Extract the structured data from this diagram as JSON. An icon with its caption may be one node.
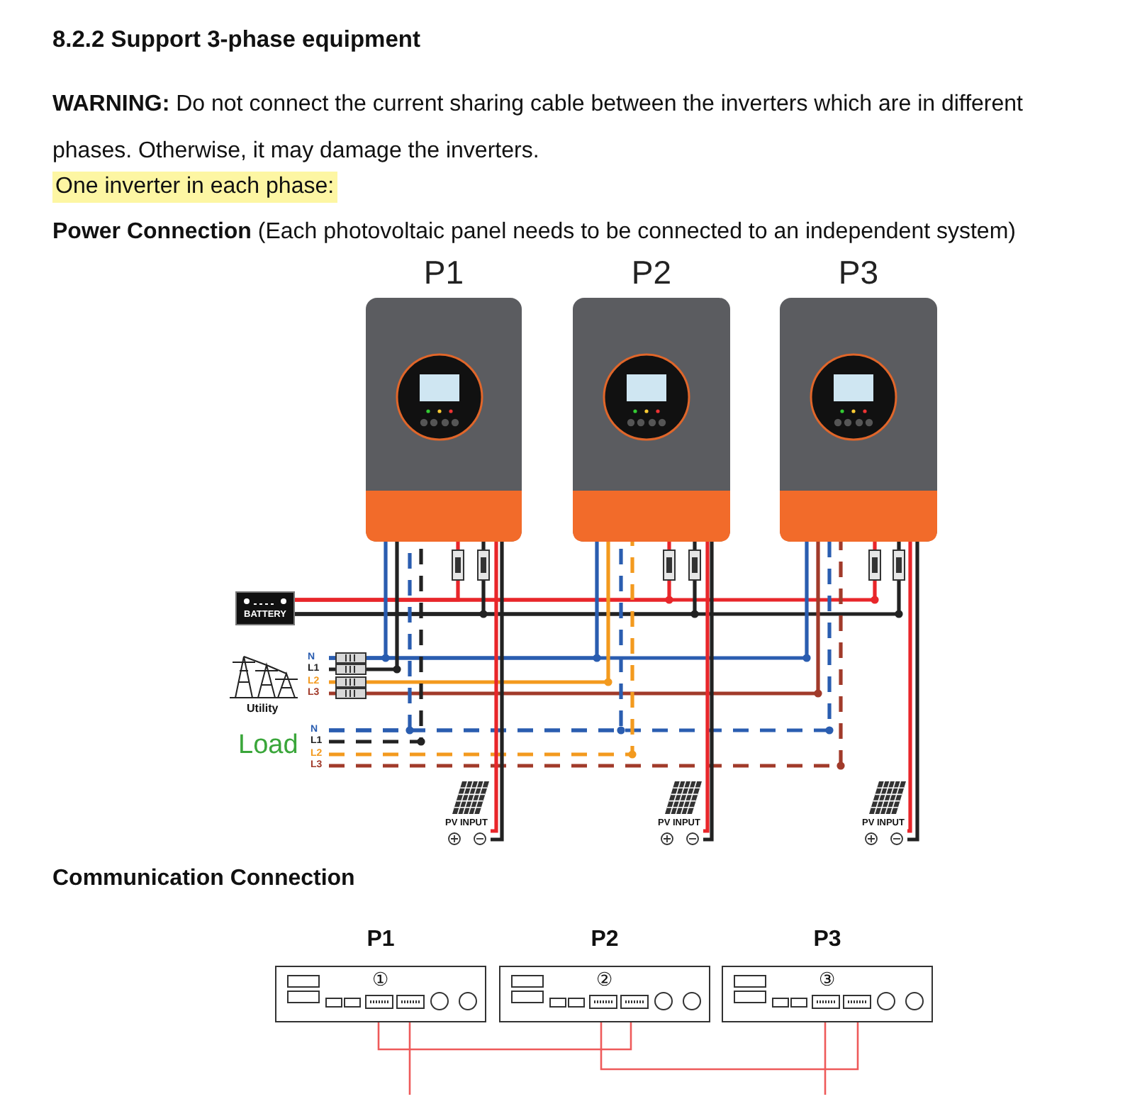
{
  "diagram": {
    "title": "8.2.2 Support 3-phase equipment",
    "nodes": [
      {
        "text": [
          "P1"
        ]
      },
      {
        "text": [
          "P2"
        ]
      },
      {
        "text": [
          "P3"
        ]
      },
      {
        "text": [
          "BATTERY"
        ]
      },
      {
        "text": [
          "Utility",
          "N",
          "L1",
          "L2",
          "L3"
        ]
      },
      {
        "text": [
          "Load",
          "N",
          "L1",
          "L2",
          "L3"
        ]
      },
      {
        "text": [
          "PV INPUT"
        ]
      },
      {
        "text": [
          "PV INPUT"
        ]
      },
      {
        "text": [
          "PV INPUT"
        ]
      },
      {
        "text": [
          "P1",
          "①"
        ]
      },
      {
        "text": [
          "P2",
          "②"
        ]
      },
      {
        "text": [
          "P3",
          "③"
        ]
      }
    ],
    "edges": [
      {
        "from": 3,
        "to": 0,
        "arrow": "none",
        "color": "#e8262a"
      },
      {
        "from": 3,
        "to": 1,
        "arrow": "none",
        "color": "#e8262a"
      },
      {
        "from": 3,
        "to": 2,
        "arrow": "none",
        "color": "#e8262a"
      },
      {
        "from": 3,
        "to": 0,
        "arrow": "none",
        "color": "#222222"
      },
      {
        "from": 3,
        "to": 1,
        "arrow": "none",
        "color": "#222222"
      },
      {
        "from": 3,
        "to": 2,
        "arrow": "none",
        "color": "#222222"
      },
      {
        "from": 4,
        "to": 0,
        "arrow": "none",
        "color": "#2a5db0"
      },
      {
        "from": 4,
        "to": 1,
        "arrow": "none",
        "color": "#2a5db0"
      },
      {
        "from": 4,
        "to": 2,
        "arrow": "none",
        "color": "#2a5db0"
      },
      {
        "from": 4,
        "to": 0,
        "arrow": "none",
        "color": "#222222"
      },
      {
        "from": 4,
        "to": 1,
        "arrow": "none",
        "color": "#f39a1e"
      },
      {
        "from": 4,
        "to": 2,
        "arrow": "none",
        "color": "#a13a2a"
      },
      {
        "from": 5,
        "to": 0,
        "arrow": "none",
        "style": "dashed",
        "color": "#2a5db0"
      },
      {
        "from": 5,
        "to": 1,
        "arrow": "none",
        "style": "dashed",
        "color": "#2a5db0"
      },
      {
        "from": 5,
        "to": 2,
        "arrow": "none",
        "style": "dashed",
        "color": "#2a5db0"
      },
      {
        "from": 5,
        "to": 0,
        "arrow": "none",
        "style": "dashed",
        "color": "#222222"
      },
      {
        "from": 5,
        "to": 1,
        "arrow": "none",
        "style": "dashed",
        "color": "#f39a1e"
      },
      {
        "from": 5,
        "to": 2,
        "arrow": "none",
        "style": "dashed",
        "color": "#a13a2a"
      },
      {
        "from": 6,
        "to": 0,
        "arrow": "none",
        "color": "#e8262a"
      },
      {
        "from": 6,
        "to": 0,
        "arrow": "none",
        "color": "#222222"
      },
      {
        "from": 7,
        "to": 1,
        "arrow": "none",
        "color": "#e8262a"
      },
      {
        "from": 7,
        "to": 1,
        "arrow": "none",
        "color": "#222222"
      },
      {
        "from": 8,
        "to": 2,
        "arrow": "none",
        "color": "#e8262a"
      },
      {
        "from": 8,
        "to": 2,
        "arrow": "none",
        "color": "#222222"
      },
      {
        "from": 9,
        "to": 10,
        "arrow": "none",
        "color": "#ee5a5a"
      },
      {
        "from": 10,
        "to": 11,
        "arrow": "none",
        "color": "#ee5a5a"
      },
      {
        "from": 9,
        "to": null,
        "arrow": "none",
        "color": "#ee5a5a"
      },
      {
        "from": 11,
        "to": null,
        "arrow": "none",
        "color": "#ee5a5a"
      }
    ],
    "labels": [
      "**WARNING:** Do not connect the current sharing cable between the inverters which are in different phases. Otherwise, it may damage the inverters.",
      "One inverter in each phase:",
      "**Power Connection** (Each photovoltaic panel needs to be connected to an independent system)",
      "Communication Connection"
    ]
  }
}
